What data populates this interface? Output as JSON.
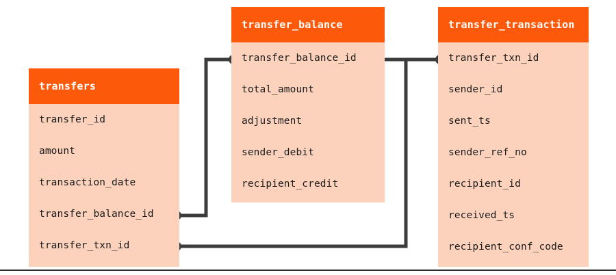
{
  "diagram": {
    "type": "entity-relationship-diagram",
    "title": "",
    "colors": {
      "header_background": "#FC5A0A",
      "header_text": "#FFFFFF",
      "body_background": "#FCD2BC",
      "column_text": "#1B1B1B",
      "connector": "#3C3C3C",
      "canvas_background": "#FFFFFF",
      "divider": "#2A2A2A"
    },
    "tables": [
      {
        "id": "transfers",
        "name": "transfers",
        "columns": [
          {
            "name": "transfer_id"
          },
          {
            "name": "amount"
          },
          {
            "name": "transaction_date"
          },
          {
            "name": "transfer_balance_id"
          },
          {
            "name": "transfer_txn_id"
          }
        ]
      },
      {
        "id": "transfer_balance",
        "name": "transfer_balance",
        "columns": [
          {
            "name": "transfer_balance_id"
          },
          {
            "name": "total_amount"
          },
          {
            "name": "adjustment"
          },
          {
            "name": "sender_debit"
          },
          {
            "name": "recipient_credit"
          }
        ]
      },
      {
        "id": "transfer_transaction",
        "name": "transfer_transaction",
        "columns": [
          {
            "name": "transfer_txn_id"
          },
          {
            "name": "sender_id"
          },
          {
            "name": "sent_ts"
          },
          {
            "name": "sender_ref_no"
          },
          {
            "name": "recipient_id"
          },
          {
            "name": "received_ts"
          },
          {
            "name": "recipient_conf_code"
          }
        ]
      }
    ],
    "relationships": [
      {
        "id": "transfers-to-transfer-balance",
        "from_table": "transfers",
        "from_column": "transfer_balance_id",
        "to_table": "transfer_balance",
        "to_column": "transfer_balance_id"
      },
      {
        "id": "transfers-to-transfer-transaction",
        "from_table": "transfers",
        "from_column": "transfer_txn_id",
        "to_table": "transfer_transaction",
        "to_column": "transfer_txn_id"
      }
    ]
  }
}
